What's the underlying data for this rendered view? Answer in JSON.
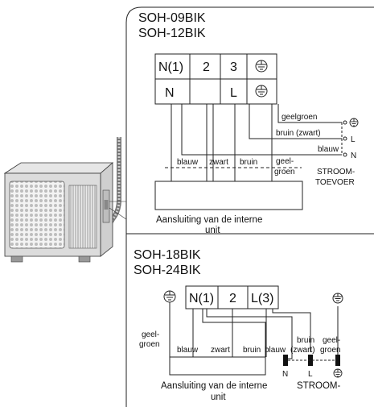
{
  "top_panel": {
    "model_a": "SOH-09BIK",
    "model_b": "SOH-12BIK",
    "terminals_top": [
      "N(1)",
      "2",
      "3"
    ],
    "terminals_bottom": [
      "N",
      "L"
    ],
    "wire_labels": [
      "blauw",
      "zwart",
      "bruin"
    ],
    "wire_label_geel": "geel-",
    "wire_label_groen": "groen",
    "supply_geelgroen": "geelgroen",
    "supply_bruin": "bruin (zwart)",
    "supply_blauw": "blauw",
    "supply_L": "L",
    "supply_N": "N",
    "supply_title_1": "STROOM-",
    "supply_title_2": "TOEVOER",
    "unit_caption_1": "Aansluiting van de interne",
    "unit_caption_2": "unit"
  },
  "bottom_panel": {
    "model_a": "SOH-18BIK",
    "model_b": "SOH-24BIK",
    "terminals": [
      "N(1)",
      "2",
      "L(3)"
    ],
    "wire_geel": "geel-",
    "wire_groen": "groen",
    "wire_blauw": "blauw",
    "wire_zwart": "zwart",
    "wire_bruin": "bruin",
    "wire_blauw2": "blauw",
    "supply_bruin": "bruin",
    "supply_zwart": "(zwart)",
    "supply_geel": "geel-",
    "supply_groen": "groen",
    "supply_N": "N",
    "supply_L": "L",
    "supply_title": "STROOM-",
    "unit_caption_1": "Aansluiting van de interne",
    "unit_caption_2": "unit"
  },
  "icons": {
    "ground": "ground-icon",
    "outdoor_unit": "outdoor-unit-icon"
  }
}
